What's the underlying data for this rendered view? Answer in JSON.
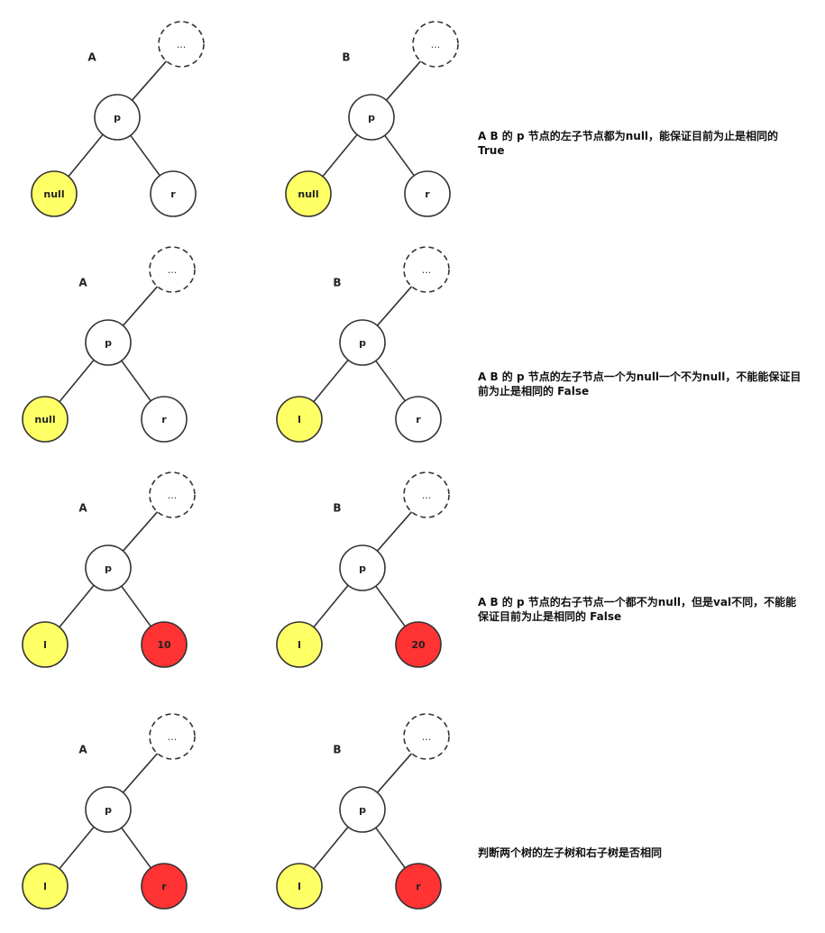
{
  "colors": {
    "stroke": "#333333",
    "white": "#ffffff",
    "yellow": "#ffff66",
    "red": "#ff3333"
  },
  "panels": [
    {
      "trees": [
        {
          "name": "A",
          "root": "p",
          "ellipsis": "...",
          "left": {
            "label": "null",
            "color": "yellow"
          },
          "right": {
            "label": "r",
            "color": "white"
          }
        },
        {
          "name": "B",
          "root": "p",
          "ellipsis": "...",
          "left": {
            "label": "null",
            "color": "yellow"
          },
          "right": {
            "label": "r",
            "color": "white"
          }
        }
      ],
      "note": "A B 的 p 节点的左子节点都为null，能保证目前为止是相同的 True"
    },
    {
      "trees": [
        {
          "name": "A",
          "root": "p",
          "ellipsis": "...",
          "left": {
            "label": "null",
            "color": "yellow"
          },
          "right": {
            "label": "r",
            "color": "white"
          }
        },
        {
          "name": "B",
          "root": "p",
          "ellipsis": "...",
          "left": {
            "label": "l",
            "color": "yellow"
          },
          "right": {
            "label": "r",
            "color": "white"
          }
        }
      ],
      "note": "A B 的 p 节点的左子节点一个为null一个不为null，不能能保证目前为止是相同的 False"
    },
    {
      "trees": [
        {
          "name": "A",
          "root": "p",
          "ellipsis": "...",
          "left": {
            "label": "l",
            "color": "yellow"
          },
          "right": {
            "label": "10",
            "color": "red"
          }
        },
        {
          "name": "B",
          "root": "p",
          "ellipsis": "...",
          "left": {
            "label": "l",
            "color": "yellow"
          },
          "right": {
            "label": "20",
            "color": "red"
          }
        }
      ],
      "note": "A B 的 p 节点的右子节点一个都不为null，但是val不同，不能能保证目前为止是相同的 False"
    },
    {
      "trees": [
        {
          "name": "A",
          "root": "p",
          "ellipsis": "...",
          "left": {
            "label": "l",
            "color": "yellow"
          },
          "right": {
            "label": "r",
            "color": "red"
          }
        },
        {
          "name": "B",
          "root": "p",
          "ellipsis": "...",
          "left": {
            "label": "l",
            "color": "yellow"
          },
          "right": {
            "label": "r",
            "color": "red"
          }
        }
      ],
      "note": "判断两个树的左子树和右子树是否相同"
    }
  ]
}
